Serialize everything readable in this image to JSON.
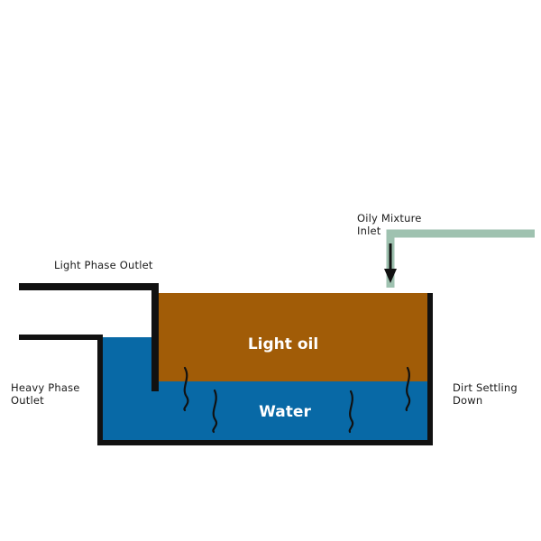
{
  "labels": {
    "oily_mixture_inlet": [
      "Oily Mixture",
      "Inlet"
    ],
    "light_phase_outlet": "Light Phase Outlet",
    "heavy_phase_outlet": [
      "Heavy Phase",
      "Outlet"
    ],
    "dirt_settling_down": [
      "Dirt Settling",
      "Down"
    ],
    "light_oil": "Light oil",
    "water": "Water"
  },
  "colors": {
    "oil": "#a15c07",
    "water": "#0869a6",
    "walls": "#111111",
    "inlet_pipe": "#9fc2b0",
    "flow_arrow": "#111111"
  }
}
